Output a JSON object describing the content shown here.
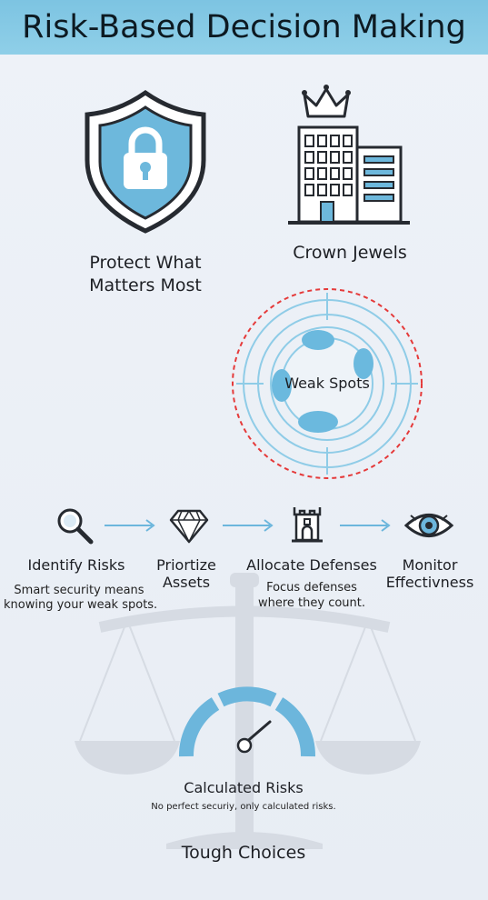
{
  "title": "Risk-Based Decision Making",
  "top": {
    "protect_label_line1": "Protect What",
    "protect_label_line2": "Matters Most",
    "crown_label": "Crown Jewels",
    "weak_spots_label": "Weak Spots"
  },
  "steps": [
    {
      "icon": "magnifier-icon",
      "label_line1": "Identify Risks",
      "label_line2": "",
      "desc_line1": "Smart security means",
      "desc_line2": "knowing your weak spots."
    },
    {
      "icon": "diamond-icon",
      "label_line1": "Priortize",
      "label_line2": "Assets",
      "desc_line1": "",
      "desc_line2": ""
    },
    {
      "icon": "castle-tower-icon",
      "label_line1": "Allocate Defenses",
      "label_line2": "",
      "desc_line1": "Focus defenses",
      "desc_line2": "where they count."
    },
    {
      "icon": "eye-icon",
      "label_line1": "Monitor",
      "label_line2": "Effectivness",
      "desc_line1": "",
      "desc_line2": ""
    }
  ],
  "bottom": {
    "gauge_label": "Calculated Risks",
    "gauge_desc": "No perfect securiy, only calculated risks.",
    "tough_choices": "Tough Choices"
  },
  "colors": {
    "header": "#86c9e6",
    "accent_blue": "#6cb6dc",
    "light_blue": "#a9d6ec",
    "dashed_red": "#e53a3a",
    "scale_gray": "#d5dae2",
    "icon_dark": "#262a30"
  }
}
